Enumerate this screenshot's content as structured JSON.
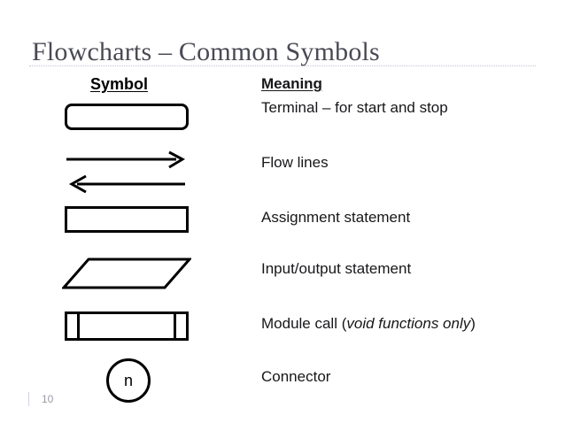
{
  "slide": {
    "title": "Flowcharts – Common Symbols",
    "page_number": "10",
    "title_color": "#4a4a55",
    "rule_color": "#c3c3d6",
    "ink_color": "#000000"
  },
  "columns": {
    "symbol_header": "Symbol",
    "meaning_header": "Meaning"
  },
  "rows": [
    {
      "symbol": "rounded-rectangle",
      "meaning": "Terminal – for start and stop",
      "meaning_italic": ""
    },
    {
      "symbol": "arrow-right-and-arrow-left",
      "meaning": "Flow lines",
      "meaning_italic": ""
    },
    {
      "symbol": "rectangle",
      "meaning": "Assignment statement",
      "meaning_italic": ""
    },
    {
      "symbol": "parallelogram",
      "meaning": "Input/output statement",
      "meaning_italic": ""
    },
    {
      "symbol": "rectangle-with-side-bars",
      "meaning": "Module call (",
      "meaning_italic": "void functions only",
      "meaning_tail": ")"
    },
    {
      "symbol": "circle",
      "meaning": "Connector",
      "connector_label": "n"
    }
  ]
}
